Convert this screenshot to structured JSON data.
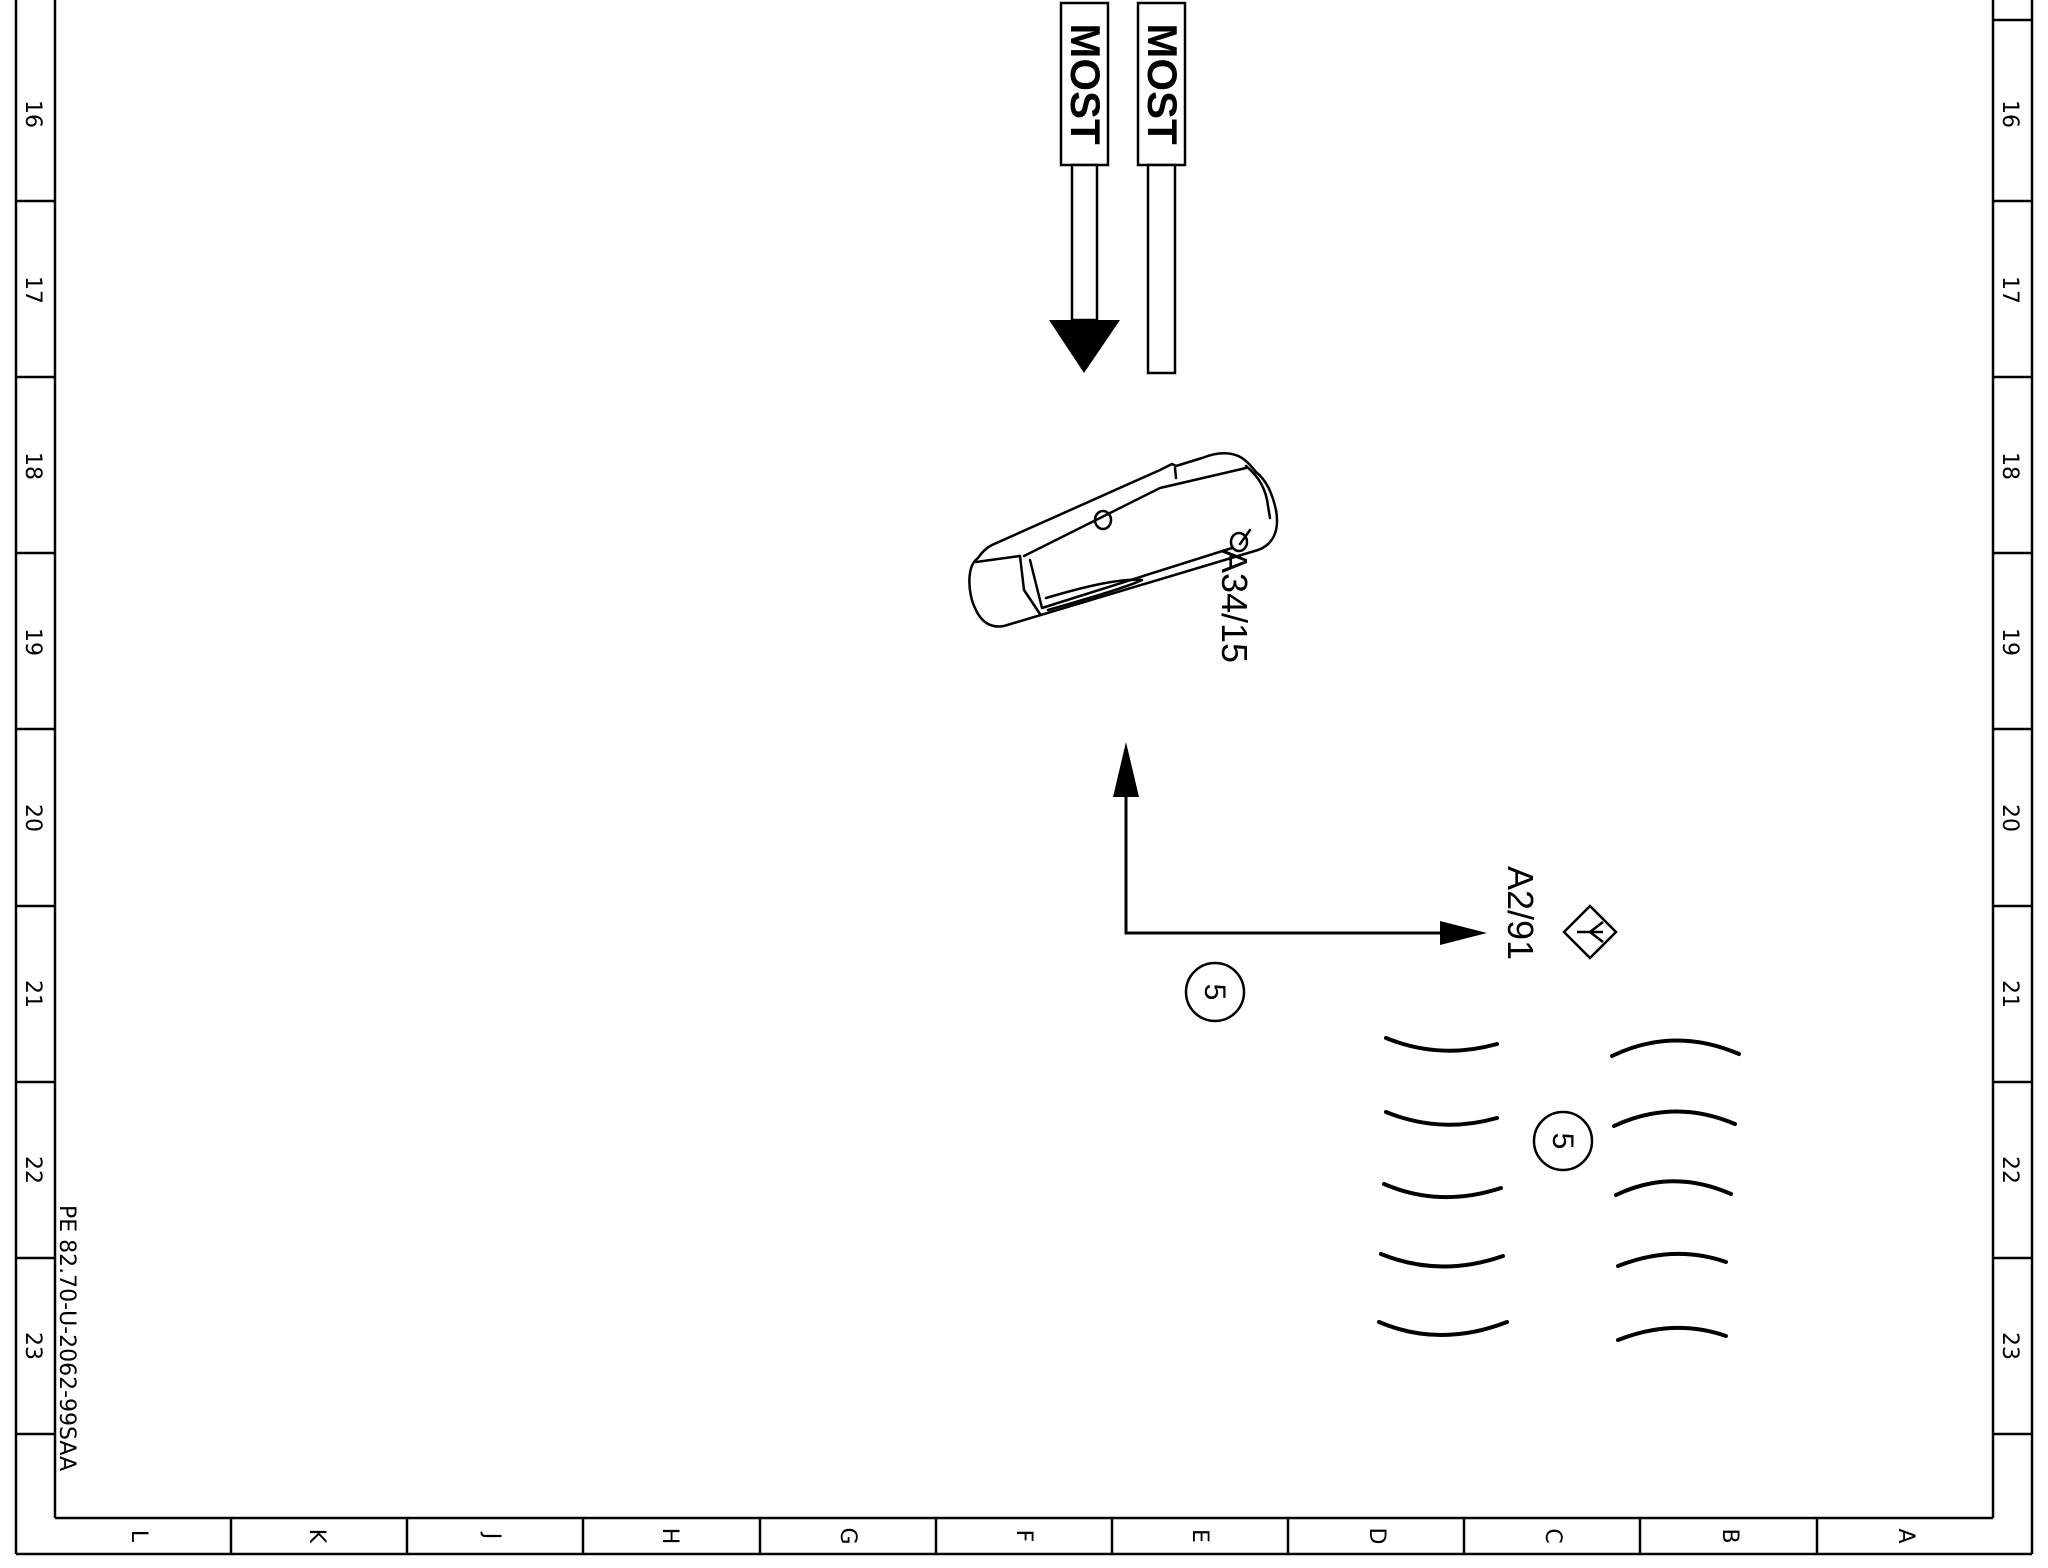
{
  "drawing": {
    "document_id": "PE 82.70-U-2062-99SAA",
    "row_labels": [
      "16",
      "17",
      "18",
      "19",
      "20",
      "21",
      "22",
      "23"
    ],
    "column_labels": [
      "L",
      "K",
      "J",
      "H",
      "G",
      "F",
      "E",
      "D",
      "C",
      "B",
      "A"
    ]
  },
  "connectors": {
    "most_left": "MOST",
    "most_right": "MOST"
  },
  "components": {
    "module_label": "A34/15",
    "antenna_label": "A2/91",
    "ref_circle_1": "5",
    "ref_circle_2": "5"
  },
  "colors": {
    "line": "#000000",
    "background": "#ffffff"
  }
}
